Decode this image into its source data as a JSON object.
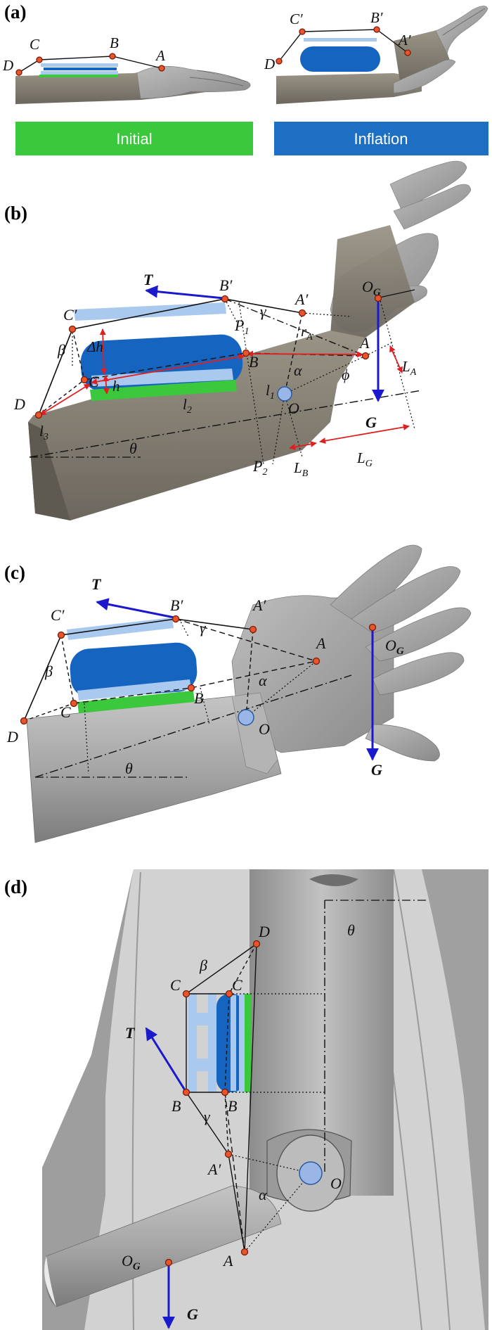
{
  "colors": {
    "initial": "#3cc83c",
    "inflation": "#1c6fc2",
    "actuator_dark": "#1565c0",
    "actuator_light": "#a9c9ee",
    "point": "#e8552a",
    "force_arrow": "#1a1acc",
    "dimension_arrow": "#e02020",
    "pivot": "#9ab6e6"
  },
  "panels": {
    "a": {
      "label": "(a)",
      "initial_banner": "Initial",
      "inflation_banner": "Inflation",
      "left_points": [
        "D",
        "C",
        "B",
        "A"
      ],
      "right_points": [
        "D",
        "C′",
        "B′",
        "A′"
      ]
    },
    "b": {
      "label": "(b)",
      "labels": {
        "T": "T",
        "G": "G",
        "OG": "O",
        "OG_sub": "G",
        "Bp": "B′",
        "Ap": "A′",
        "Cp": "C′",
        "A": "A",
        "B": "B",
        "C": "C",
        "D": "D",
        "O": "O",
        "P1": "P",
        "P1_sub": "1",
        "P2": "P",
        "P2_sub": "2",
        "dh": "Δh",
        "h": "h",
        "l1": "l",
        "l1_sub": "1",
        "l2": "l",
        "l2_sub": "2",
        "l3": "l",
        "l3_sub": "3",
        "rA": "r",
        "rA_sub": "A",
        "LA": "L",
        "LA_sub": "A",
        "LB": "L",
        "LB_sub": "B",
        "LG": "L",
        "LG_sub": "G",
        "alpha": "α",
        "beta": "β",
        "gamma": "γ",
        "phi": "ϕ",
        "theta": "θ"
      }
    },
    "c": {
      "label": "(c)",
      "labels": {
        "T": "T",
        "G": "G",
        "OG": "O",
        "OG_sub": "G",
        "Bp": "B′",
        "Ap": "A′",
        "Cp": "C′",
        "A": "A",
        "B": "B",
        "C": "C",
        "D": "D",
        "O": "O",
        "alpha": "α",
        "beta": "β",
        "gamma": "γ",
        "theta": "θ"
      }
    },
    "d": {
      "label": "(d)",
      "labels": {
        "T": "T",
        "G": "G",
        "OG": "O",
        "OG_sub": "G",
        "D": "D",
        "C": "C",
        "Cp": "C",
        "Bp": "B",
        "B": "B",
        "Ap": "A′",
        "A": "A",
        "O": "O",
        "alpha": "α",
        "beta": "β",
        "gamma": "γ",
        "theta": "θ"
      }
    }
  }
}
